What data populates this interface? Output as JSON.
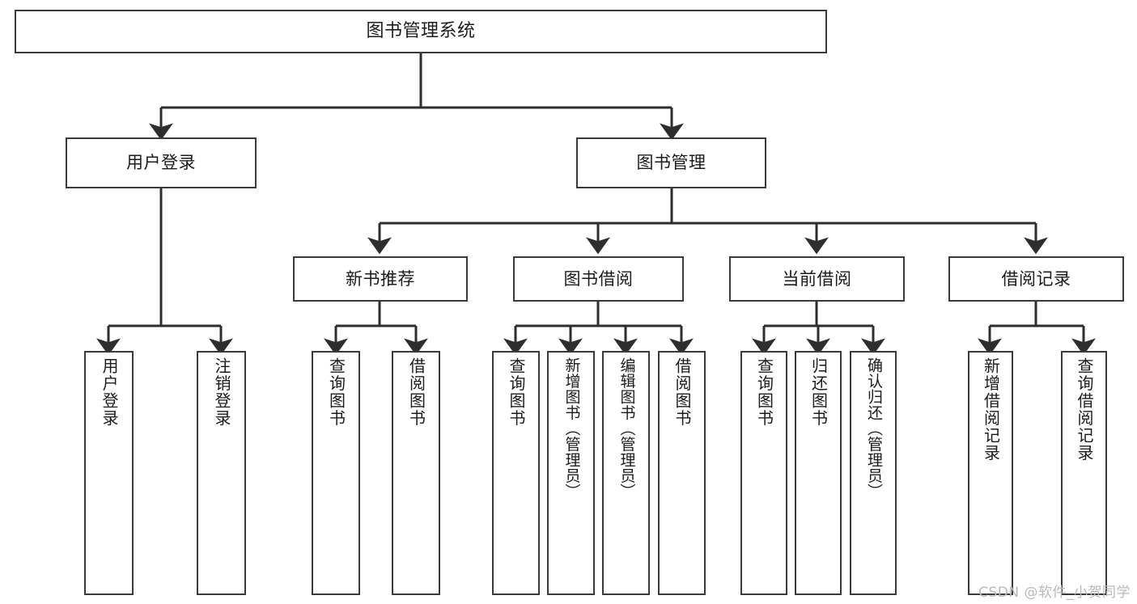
{
  "diagram": {
    "title": "图书管理系统",
    "type": "tree-hierarchy-chart",
    "watermark": "CSDN @软件_小贺同学",
    "stroke_color": "#3a3a3a",
    "text_color": "#1b1b1b",
    "background_color": "#ffffff",
    "nodes": {
      "root": {
        "label": "图书管理系统"
      },
      "level2": [
        {
          "id": "user-login",
          "label": "用户登录"
        },
        {
          "id": "book-manage",
          "label": "图书管理"
        }
      ],
      "level3": [
        {
          "id": "new-book-recommend",
          "label": "新书推荐"
        },
        {
          "id": "book-borrow",
          "label": "图书借阅"
        },
        {
          "id": "current-borrow",
          "label": "当前借阅"
        },
        {
          "id": "borrow-record",
          "label": "借阅记录"
        }
      ],
      "leaves": {
        "user_login": [
          {
            "id": "leaf-user-login",
            "label": "用户登录"
          },
          {
            "id": "leaf-logout-login",
            "label": "注销登录"
          }
        ],
        "new_book_recommend": [
          {
            "id": "leaf-query-book-1",
            "label": "查询图书"
          },
          {
            "id": "leaf-borrow-book-1",
            "label": "借阅图书"
          }
        ],
        "book_borrow": [
          {
            "id": "leaf-query-book-2",
            "label": "查询图书"
          },
          {
            "id": "leaf-add-book-admin",
            "label": "新增图书（管理员）"
          },
          {
            "id": "leaf-edit-book-admin",
            "label": "编辑图书（管理员）"
          },
          {
            "id": "leaf-borrow-book-2",
            "label": "借阅图书"
          }
        ],
        "current_borrow": [
          {
            "id": "leaf-query-book-3",
            "label": "查询图书"
          },
          {
            "id": "leaf-return-book",
            "label": "归还图书"
          },
          {
            "id": "leaf-confirm-return-admin",
            "label": "确认归还（管理员）"
          }
        ],
        "borrow_record": [
          {
            "id": "leaf-add-borrow-record",
            "label": "新增借阅记录"
          },
          {
            "id": "leaf-query-borrow-record",
            "label": "查询借阅记录"
          }
        ]
      }
    }
  }
}
